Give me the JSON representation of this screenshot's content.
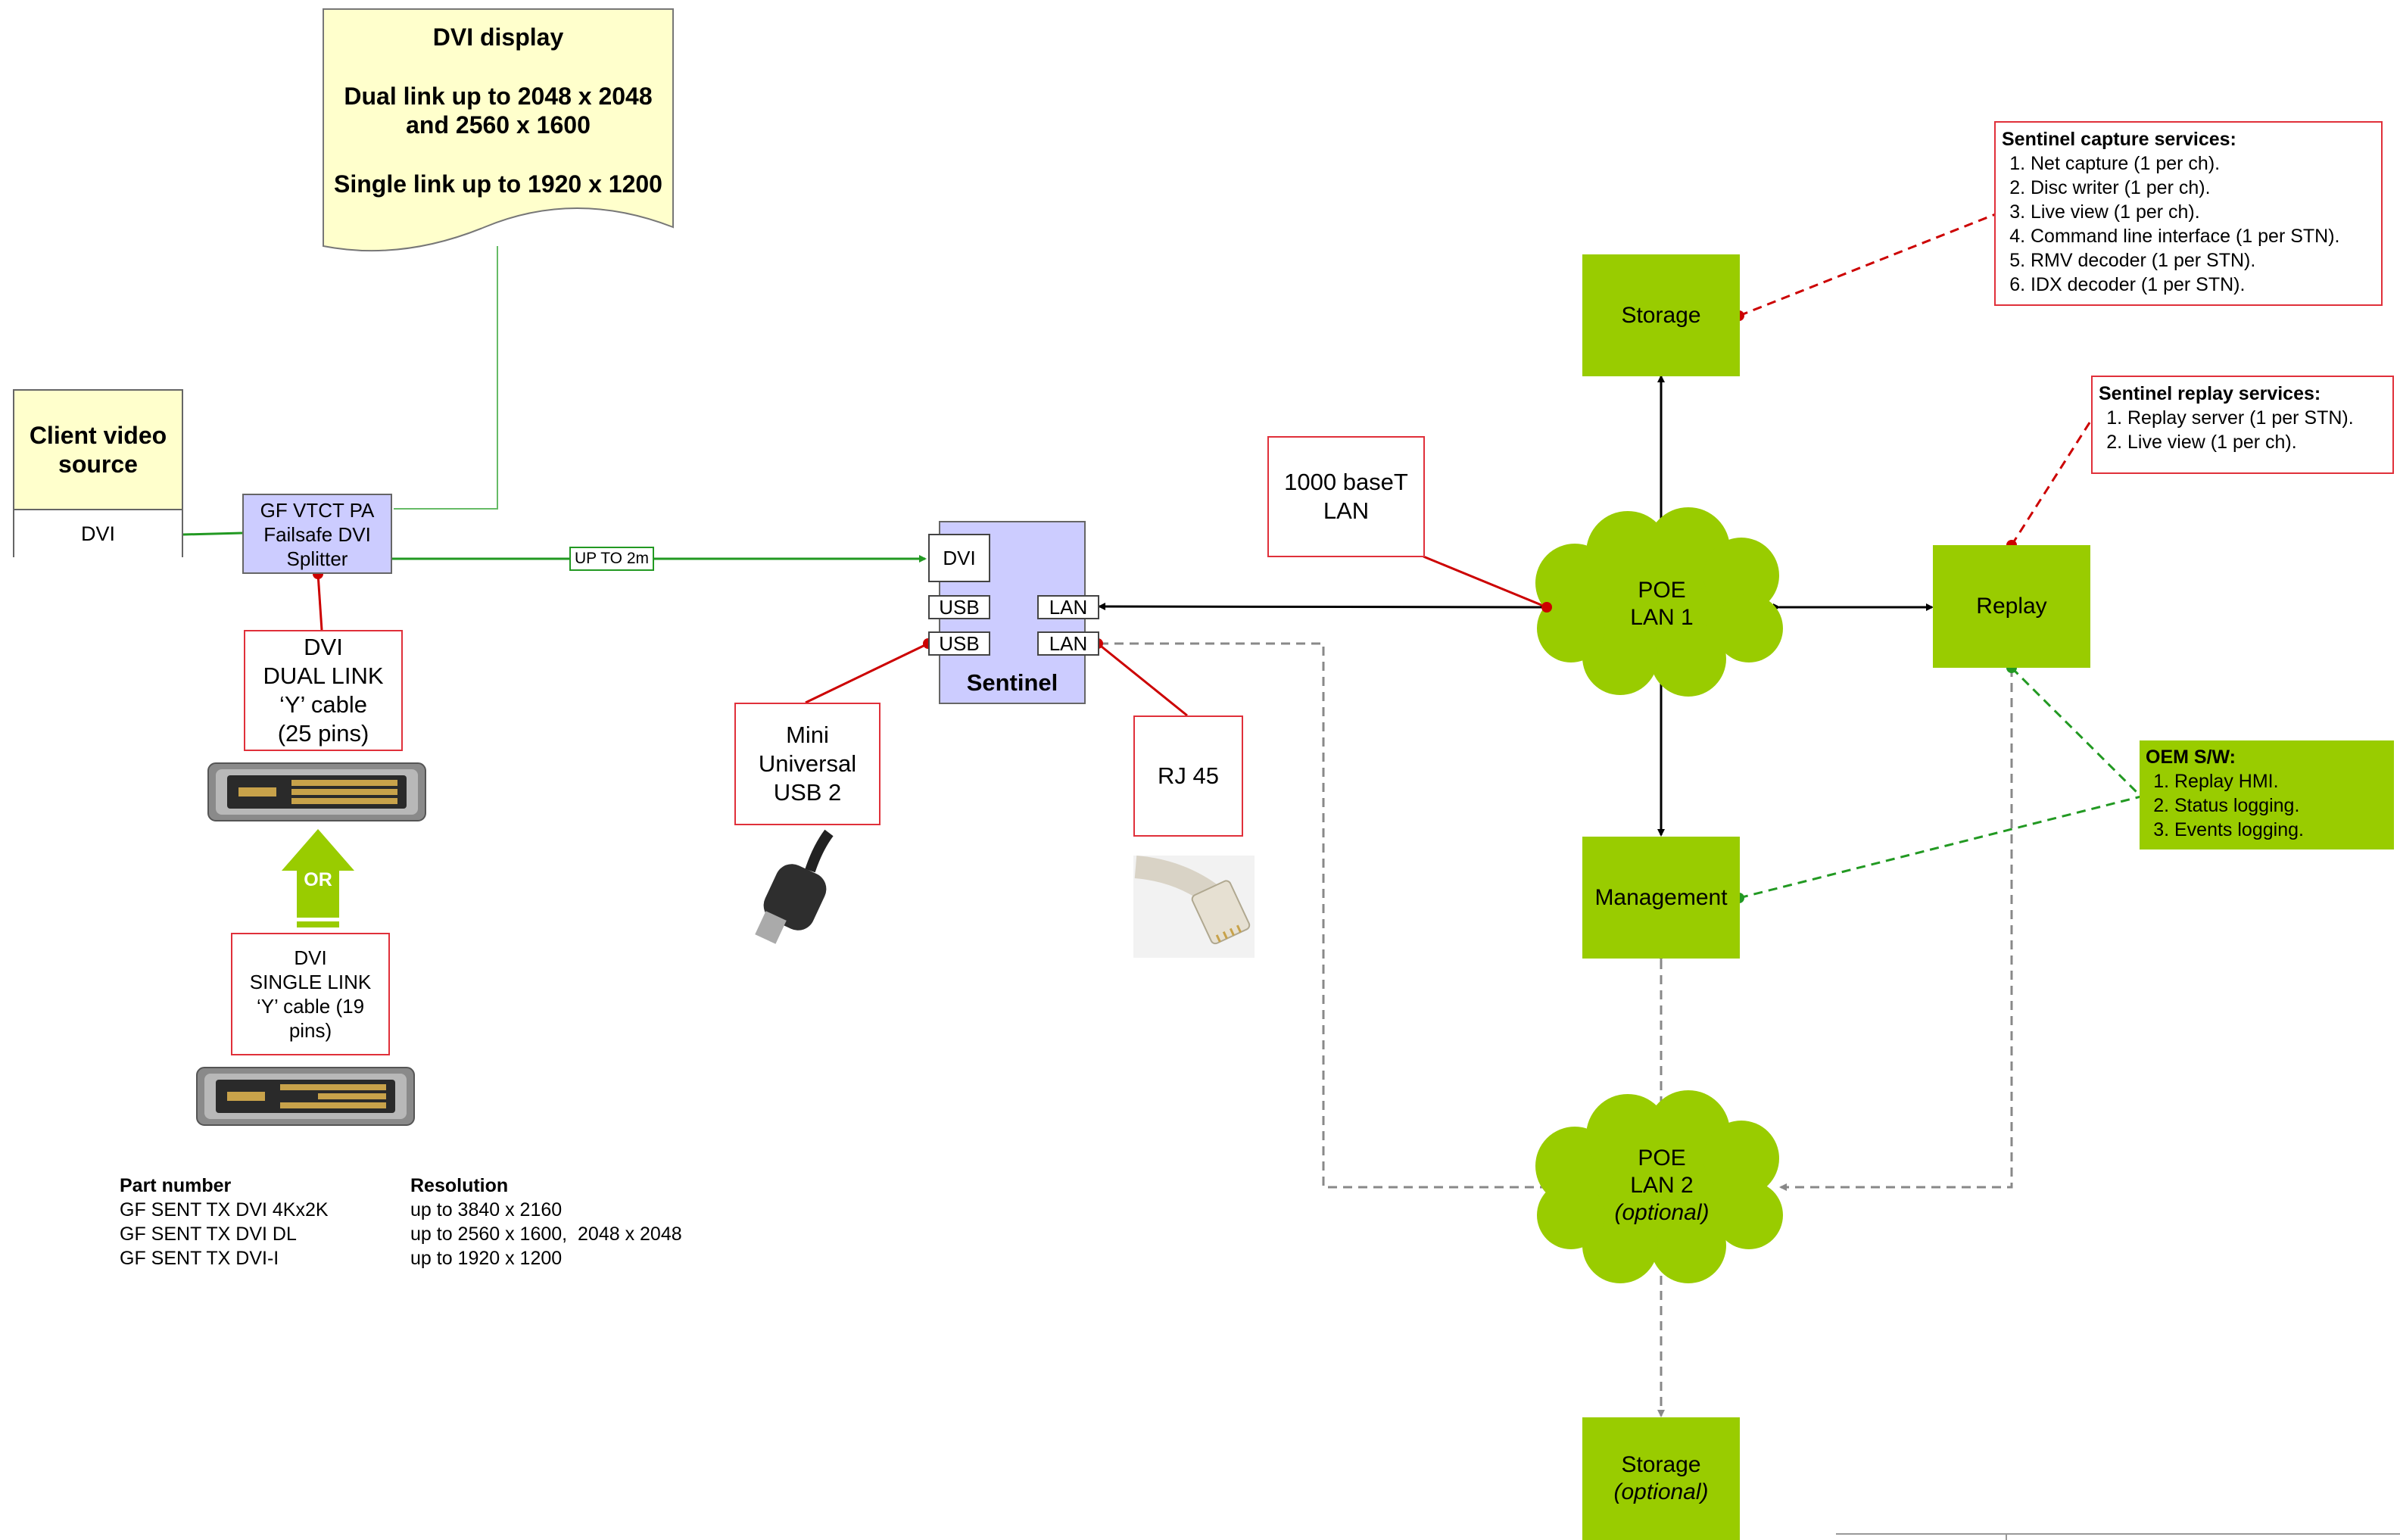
{
  "dvi_display": {
    "title": "DVI display",
    "line1": "Dual link up to 2048 x 2048",
    "line2": "and 2560 x 1600",
    "line3": "Single link up to 1920 x 1200"
  },
  "client_source": {
    "title": "Client video source",
    "port": "DVI"
  },
  "splitter": {
    "line1": "GF VTCT PA",
    "line2": "Failsafe DVI",
    "line3": "Splitter"
  },
  "cable_label": "UP TO 2m",
  "dual_link": {
    "line1": "DVI",
    "line2": "DUAL LINK",
    "line3": "‘Y’ cable",
    "line4": "(25 pins)"
  },
  "or_label": "OR",
  "single_link": {
    "line1": "DVI",
    "line2": "SINGLE LINK",
    "line3": "‘Y’ cable (19",
    "line4": "pins)"
  },
  "sentinel": {
    "label": "Sentinel",
    "ports": {
      "dvi": "DVI",
      "usb1": "USB",
      "usb2": "USB",
      "lan1": "LAN",
      "lan2": "LAN"
    }
  },
  "usb_callout": {
    "line1": "Mini",
    "line2": "Universal",
    "line3": "USB 2"
  },
  "rj45_callout": "RJ 45",
  "lan_callout": {
    "line1": "1000 baseT",
    "line2": "LAN"
  },
  "poe_lan1": {
    "line1": "POE",
    "line2": "LAN 1"
  },
  "poe_lan2": {
    "line1": "POE",
    "line2": "LAN 2",
    "line3": "(optional)"
  },
  "storage_top": "Storage",
  "storage_bottom": {
    "line1": "Storage",
    "line2": "(optional)"
  },
  "management": "Management",
  "replay": "Replay",
  "capture_services": {
    "title": "Sentinel capture services:",
    "items": [
      "Net capture (1 per ch).",
      "Disc writer (1 per ch).",
      "Live view (1 per ch).",
      "Command line interface (1 per STN).",
      "RMV decoder (1 per STN).",
      "IDX decoder (1 per STN)."
    ]
  },
  "replay_services": {
    "title": "Sentinel replay services:",
    "items": [
      "Replay server (1 per STN).",
      "Live view (1 per ch)."
    ]
  },
  "oem": {
    "title": "OEM S/W:",
    "items": [
      "Replay HMI.",
      "Status logging.",
      "Events logging."
    ]
  },
  "part_table": {
    "headers": [
      "Part number",
      "Resolution"
    ],
    "rows": [
      [
        "GF SENT TX DVI 4Kx2K",
        "up to 3840 x 2160"
      ],
      [
        "GF SENT TX DVI DL",
        "up to 2560 x 1600,  2048 x 2048"
      ],
      [
        "GF SENT TX DVI-I",
        "up to 1920 x 1200"
      ]
    ]
  },
  "colors": {
    "accent_green": "#99cc00",
    "callout_red": "#e0303a",
    "sentinel_blue": "#ccccff",
    "note_yellow": "#ffffcc",
    "link_green": "#229922",
    "dashed_grey": "#888888"
  }
}
